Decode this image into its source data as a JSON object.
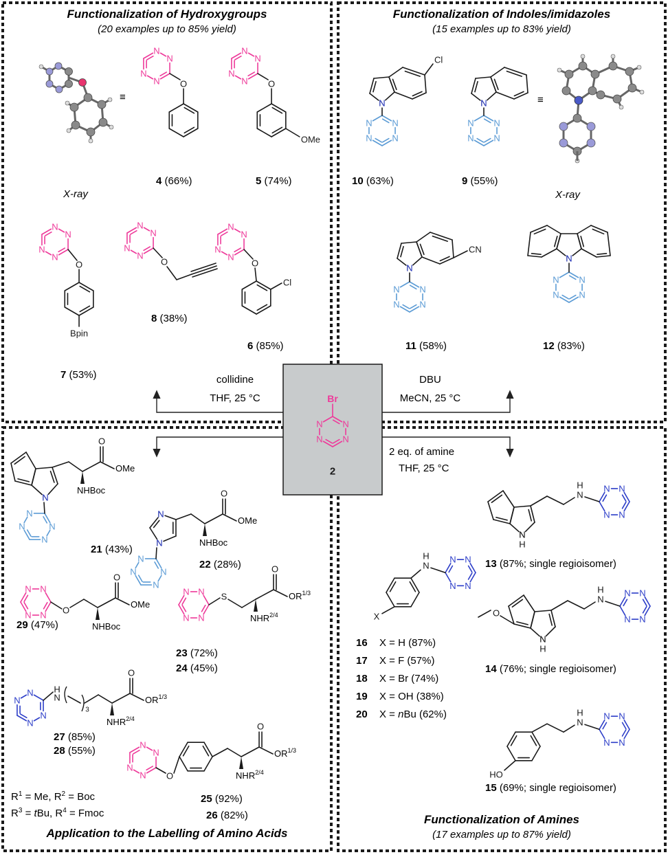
{
  "panels": {
    "hydroxy": {
      "title": "Functionalization of Hydroxygroups",
      "subtitle": "(20 examples up to 85% yield)"
    },
    "indole": {
      "title": "Functionalization of Indoles/imidazoles",
      "subtitle": "(15 examples up to 83% yield)"
    },
    "amino_acids": {
      "title": "Application to the Labelling of Amino Acids"
    },
    "amines": {
      "title": "Functionalization of Amines",
      "subtitle": "(17 examples up to 87% yield)"
    }
  },
  "center": {
    "atom": "Br",
    "number": "2"
  },
  "conditions": {
    "top_left": [
      "collidine",
      "THF, 25 °C"
    ],
    "top_right": [
      "DBU",
      "MeCN, 25 °C"
    ],
    "bottom_right": [
      "2 eq. of amine",
      "THF, 25 °C"
    ]
  },
  "xray_label": "X-ray",
  "atoms": {
    "N": "N",
    "O": "O",
    "S": "S",
    "H": "H",
    "Cl": "Cl",
    "CN": "CN",
    "OMe": "OMe",
    "Bpin": "Bpin",
    "NHBoc": "NHBoc",
    "HO": "HO",
    "X": "X",
    "equiv": "≡"
  },
  "hydroxy_compounds": [
    {
      "id": "4",
      "yield": "(66%)"
    },
    {
      "id": "5",
      "yield": "(74%)"
    },
    {
      "id": "7",
      "yield": "(53%)"
    },
    {
      "id": "8",
      "yield": "(38%)"
    },
    {
      "id": "6",
      "yield": "(85%)"
    }
  ],
  "indole_compounds": [
    {
      "id": "10",
      "yield": "(63%)"
    },
    {
      "id": "9",
      "yield": "(55%)"
    },
    {
      "id": "11",
      "yield": "(58%)"
    },
    {
      "id": "12",
      "yield": "(83%)"
    }
  ],
  "amino_compounds": [
    {
      "id": "21",
      "yield": "(43%)"
    },
    {
      "id": "22",
      "yield": "(28%)"
    },
    {
      "id": "29",
      "yield": "(47%)"
    },
    {
      "id": "23",
      "yield": "(72%)"
    },
    {
      "id": "24",
      "yield": "(45%)"
    },
    {
      "id": "27",
      "yield": "(85%)"
    },
    {
      "id": "28",
      "yield": "(55%)"
    },
    {
      "id": "25",
      "yield": "(92%)"
    },
    {
      "id": "26",
      "yield": "(82%)"
    }
  ],
  "amino_groups": {
    "ester": "OR",
    "ester_sup": "1/3",
    "amine": "NHR",
    "amine_sup": "2/4",
    "chain_sub": "3"
  },
  "r_groups": {
    "line1": {
      "r1": "R",
      "r1_sup": "1",
      "r1_val": " = Me, ",
      "r2": "R",
      "r2_sup": "2",
      "r2_val": " = Boc"
    },
    "line2": {
      "r3": "R",
      "r3_sup": "3",
      "eq": " = ",
      "t": "t",
      "bu": "Bu, ",
      "r4": "R",
      "r4_sup": "4",
      "r4_val": " = Fmoc"
    }
  },
  "amine_compounds": {
    "tryptamine": {
      "id": "13",
      "yield": "(87%; single regioisomer)"
    },
    "methoxy": {
      "id": "14",
      "yield": "(76%; single regioisomer)"
    },
    "tyramine": {
      "id": "15",
      "yield": "(69%; single regioisomer)"
    },
    "anilines": [
      {
        "id": "16",
        "x": "X = H (87%)"
      },
      {
        "id": "17",
        "x": "X = F (57%)"
      },
      {
        "id": "18",
        "x": "X = Br (74%)"
      },
      {
        "id": "19",
        "x": "X = OH (38%)"
      },
      {
        "id": "20",
        "x_pre": "X = ",
        "x_italic": "n",
        "x_post": "Bu (62%)"
      }
    ]
  },
  "colors": {
    "pink": "#ee3a9a",
    "light_blue": "#5b9bd5",
    "blue": "#2d3ec8",
    "box_fill": "#c8cbcc"
  }
}
